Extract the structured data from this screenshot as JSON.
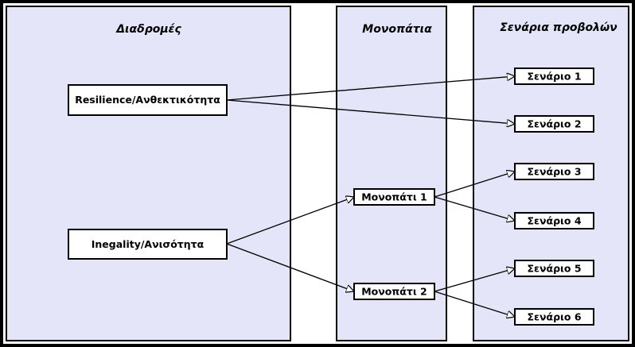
{
  "colors": {
    "frame": "#000000",
    "white_bg": "#ffffff",
    "panel_fill": "#e5e5fa",
    "node_fill": "#ffffff",
    "line": "#000000"
  },
  "columns": {
    "routes": {
      "title": "Διαδρομές"
    },
    "paths": {
      "title": "Μονοπάτια"
    },
    "scenarios": {
      "title": "Σενάρια προβολών"
    }
  },
  "nodes": {
    "resilience": "Resilience/Ανθεκτικότητα",
    "inequality": "Inegality/Ανισότητα",
    "path1": "Μονοπάτι 1",
    "path2": "Μονοπάτι 2",
    "s1": "Σενάριο 1",
    "s2": "Σενάριο 2",
    "s3": "Σενάριο 3",
    "s4": "Σενάριο 4",
    "s5": "Σενάριο 5",
    "s6": "Σενάριο 6"
  },
  "edges": [
    [
      "resilience",
      "s1"
    ],
    [
      "resilience",
      "s2"
    ],
    [
      "inequality",
      "path1"
    ],
    [
      "inequality",
      "path2"
    ],
    [
      "path1",
      "s3"
    ],
    [
      "path1",
      "s4"
    ],
    [
      "path2",
      "s5"
    ],
    [
      "path2",
      "s6"
    ]
  ]
}
